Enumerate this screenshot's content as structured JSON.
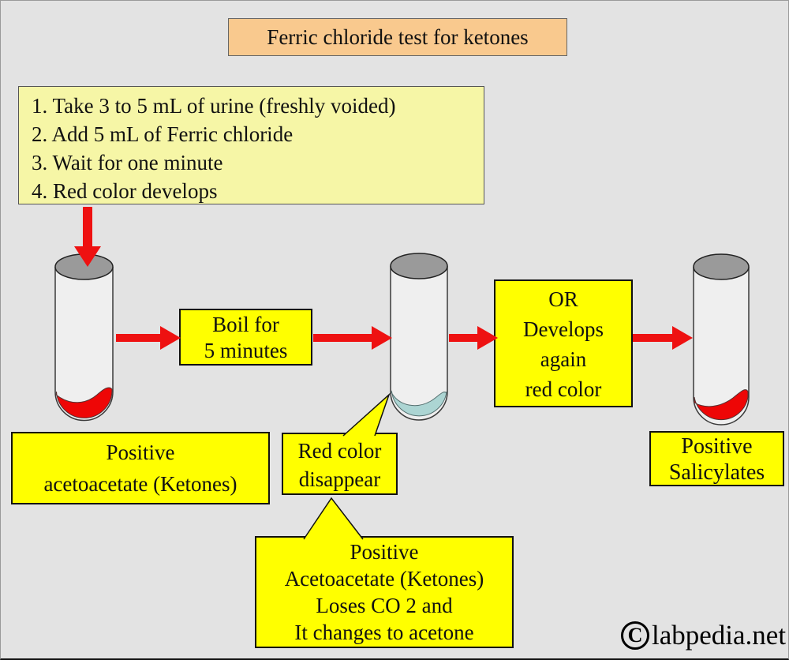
{
  "title": "Ferric chloride test for ketones",
  "procedure_steps": [
    "1. Take 3 to 5 mL of urine (freshly voided)",
    "2. Add 5 mL of Ferric chloride",
    "3. Wait for one minute",
    "4. Red color develops"
  ],
  "boil_box": {
    "line1": "Boil for",
    "line2": "5 minutes"
  },
  "or_box": {
    "line1": "OR",
    "line2": "Develops",
    "line3": "again",
    "line4": "red color"
  },
  "labels": {
    "positive_acetoacetate": {
      "line1": "Positive",
      "line2": "acetoacetate (Ketones)"
    },
    "red_color_disappear": {
      "line1": "Red color",
      "line2": "disappear"
    },
    "positive_salicylates": {
      "line1": "Positive",
      "line2": "Salicylates"
    },
    "result_box": {
      "line1": "Positive",
      "line2": "Acetoacetate (Ketones)",
      "line3": "Loses CO 2 and",
      "line4": "It changes to acetone"
    }
  },
  "tubes": [
    {
      "name": "tube-1",
      "liquid": "red"
    },
    {
      "name": "tube-2",
      "liquid": "pale blue (red disappeared)"
    },
    {
      "name": "tube-3",
      "liquid": "red"
    }
  ],
  "watermark": {
    "symbol": "C",
    "text": "labpedia.net"
  },
  "colors": {
    "background": "#e3e3e3",
    "title_box_bg": "#f9c98e",
    "steps_box_bg": "#f6f6a6",
    "bright_yellow": "#ffff00",
    "arrow_red": "#ee1111",
    "liquid_red": "#ee0606",
    "liquid_teal": "#acd5d3",
    "tube_body": "#efefef",
    "tube_top_gray": "#9a9a9a"
  }
}
